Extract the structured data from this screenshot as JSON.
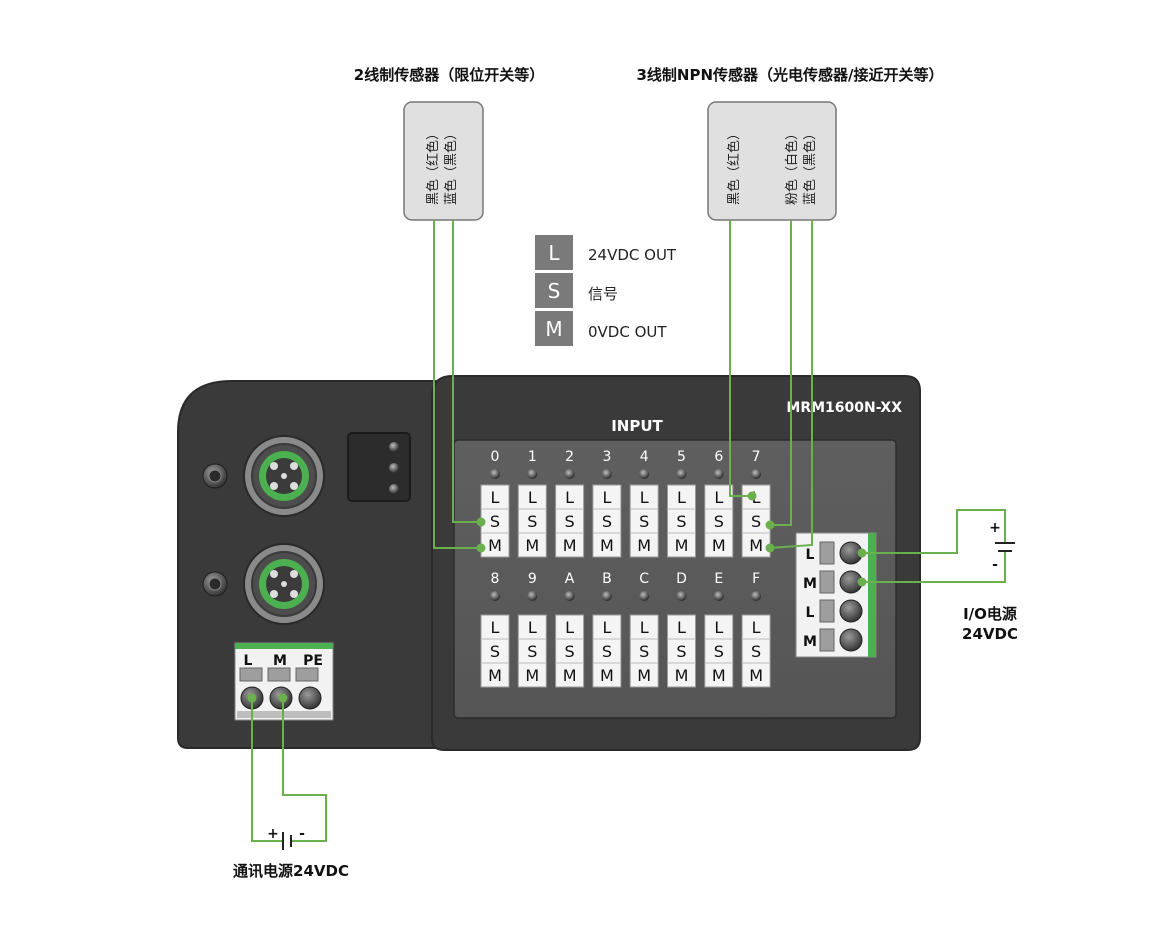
{
  "sensor_2wire": {
    "title": "2线制传感器（限位开关等）",
    "wires": [
      "黑色（红色）",
      "蓝色（黑色）"
    ]
  },
  "sensor_3wire": {
    "title": "3线制NPN传感器（光电传感器/接近开关等）",
    "wires": [
      "黑色（红色）",
      "粉色（白色）",
      "蓝色（黑色）"
    ]
  },
  "legend": [
    {
      "key": "L",
      "desc": "24VDC OUT"
    },
    {
      "key": "S",
      "desc": "信号"
    },
    {
      "key": "M",
      "desc": "0VDC OUT"
    }
  ],
  "module": {
    "model": "MRM1600N-XX",
    "input_title": "INPUT",
    "channels_top": [
      "0",
      "1",
      "2",
      "3",
      "4",
      "5",
      "6",
      "7"
    ],
    "channels_bottom": [
      "8",
      "9",
      "A",
      "B",
      "C",
      "D",
      "E",
      "F"
    ],
    "terminal_labels": [
      "L",
      "S",
      "M"
    ],
    "comm_terminal_labels": [
      "L",
      "M",
      "PE"
    ],
    "io_power_terminal_labels": [
      "L",
      "M",
      "L",
      "M"
    ]
  },
  "comm_power": {
    "label": "通讯电源24VDC",
    "plus": "+",
    "minus": "-"
  },
  "io_power": {
    "label_line1": "I/O电源",
    "label_line2": "24VDC",
    "plus": "+",
    "minus": "-"
  },
  "colors": {
    "wire": "#6ab04c",
    "module_body": "#3a3a3a",
    "panel": "#5a5a5a",
    "legend_key_bg": "#7a7a7a"
  }
}
